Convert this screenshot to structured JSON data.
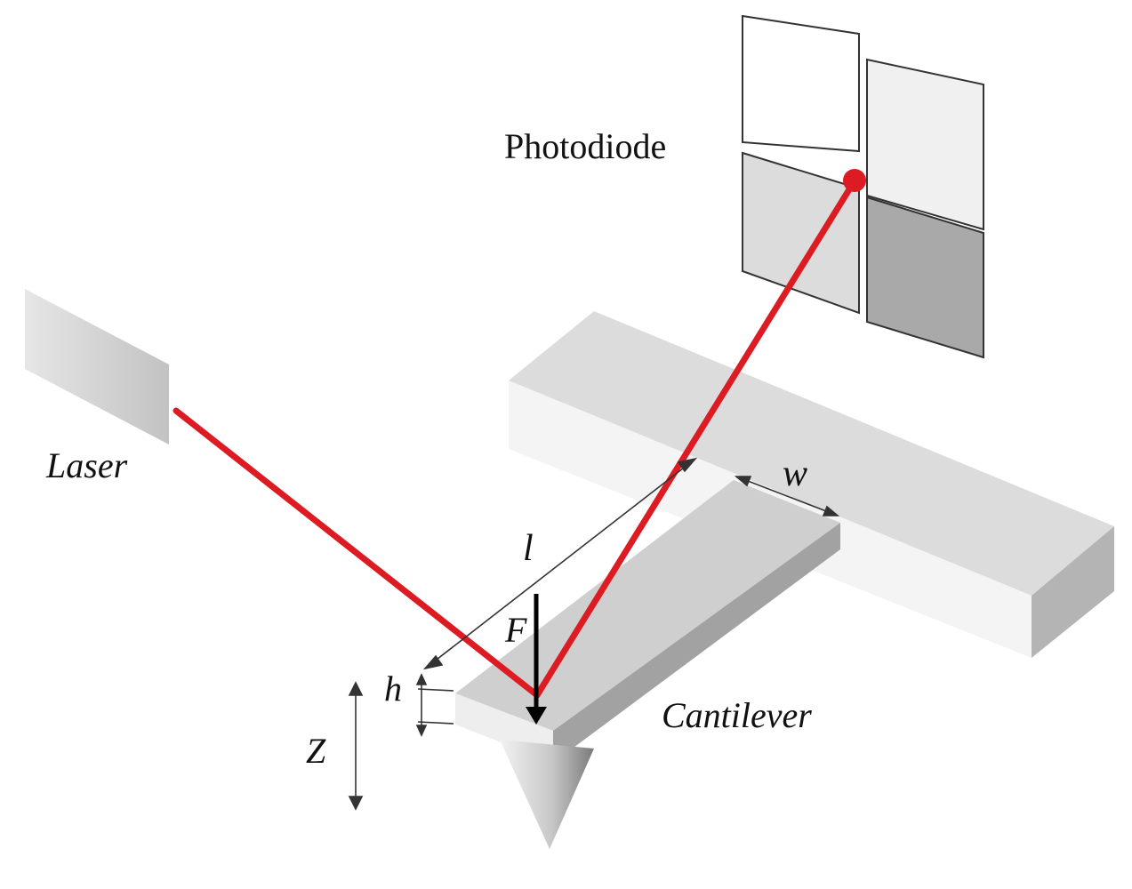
{
  "labels": {
    "photodiode": "Photodiode",
    "laser": "Laser",
    "cantilever": "Cantilever",
    "length": "l",
    "width": "w",
    "force": "F",
    "thickness": "h",
    "displacement": "Z"
  },
  "colors": {
    "beam": "#dd1b22",
    "outline": "#333333",
    "force_arrow": "#000000"
  }
}
